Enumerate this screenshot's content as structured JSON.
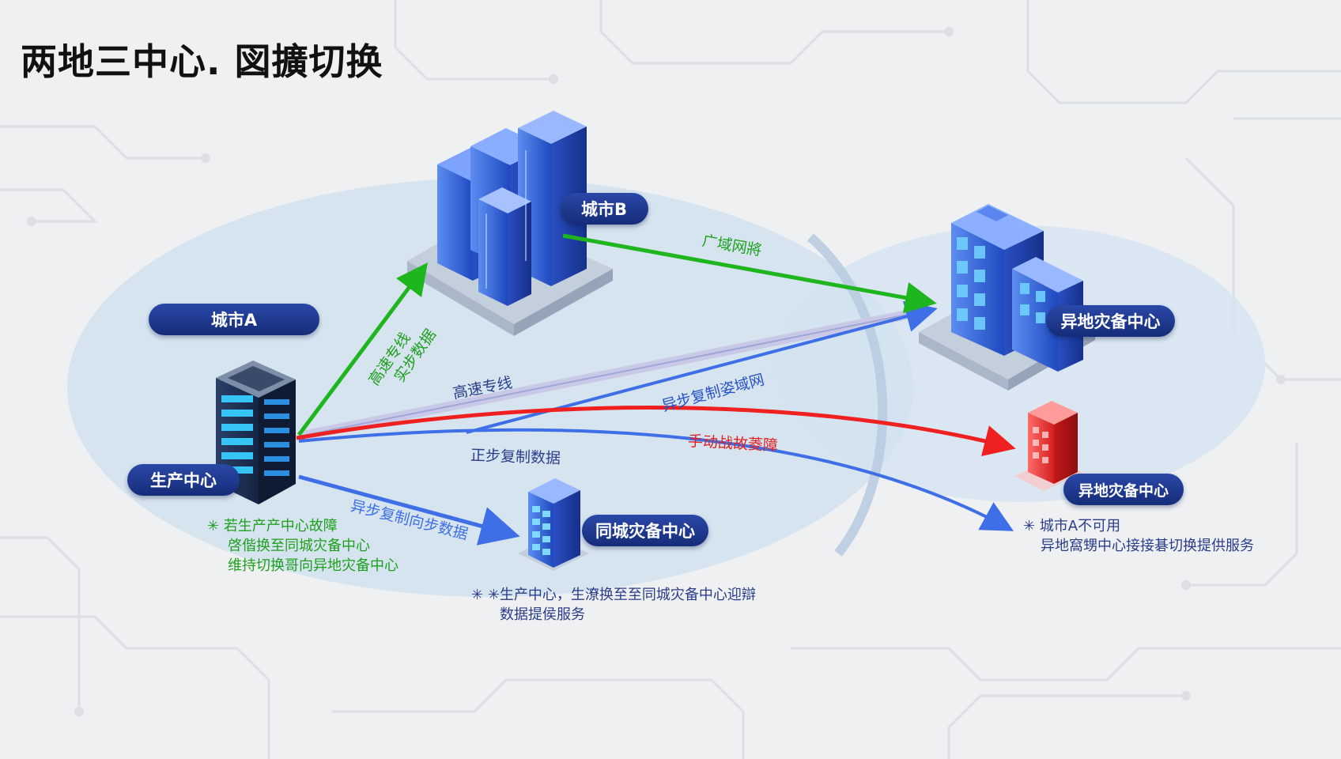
{
  "title": "两地三中心. 図擴切换",
  "nodes": {
    "city_a": "城市A",
    "city_b": "城市B",
    "production": "生产中心",
    "same_city_dr": "同城灾备中心",
    "remote_dr_top": "异地灾备中心",
    "remote_dr_bottom": "异地灾备中心"
  },
  "links": {
    "wan_green": "广域网將",
    "high_speed_sync_line1": "高速专线",
    "high_speed_sync_line2": "实步数据",
    "high_speed_line": "高速专线",
    "async_wan": "异步复制姿域网",
    "manual_failover": "手动战故菱障",
    "sync_copy": "正步复制数据",
    "async_sync": "异步复制向步数据"
  },
  "notes": {
    "green_line1": "若生产产中心故障",
    "green_line2": "啓偕换至同城灾备中心",
    "green_line3": "维持切换哥向异地灾备中心",
    "bottom_line1": "✳生产中心，生潦换至至同城灾备中心迎辯",
    "bottom_line2": "数据提侯服务",
    "right_line1": "城市A不可用",
    "right_line2": "异地窩甥中心接接碁切换提供服务"
  },
  "colors": {
    "green": "#1fb51f",
    "blue": "#3f6fe6",
    "red": "#ee2020",
    "navy": "#1a3584",
    "zone": "#d6e4f1"
  }
}
